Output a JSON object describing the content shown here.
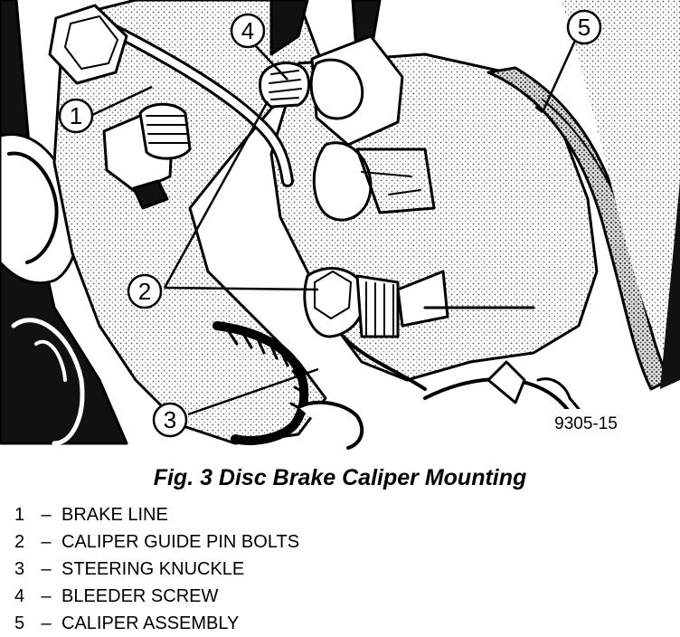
{
  "figure": {
    "id_label": "9305-15",
    "caption": "Fig. 3 Disc Brake Caliper Mounting"
  },
  "callouts": [
    "1",
    "2",
    "3",
    "4",
    "5"
  ],
  "legend": [
    {
      "num": "1",
      "dash": "–",
      "label": "BRAKE LINE"
    },
    {
      "num": "2",
      "dash": "–",
      "label": "CALIPER GUIDE PIN BOLTS"
    },
    {
      "num": "3",
      "dash": "–",
      "label": "STEERING KNUCKLE"
    },
    {
      "num": "4",
      "dash": "–",
      "label": "BLEEDER SCREW"
    },
    {
      "num": "5",
      "dash": "–",
      "label": "CALIPER ASSEMBLY"
    }
  ]
}
